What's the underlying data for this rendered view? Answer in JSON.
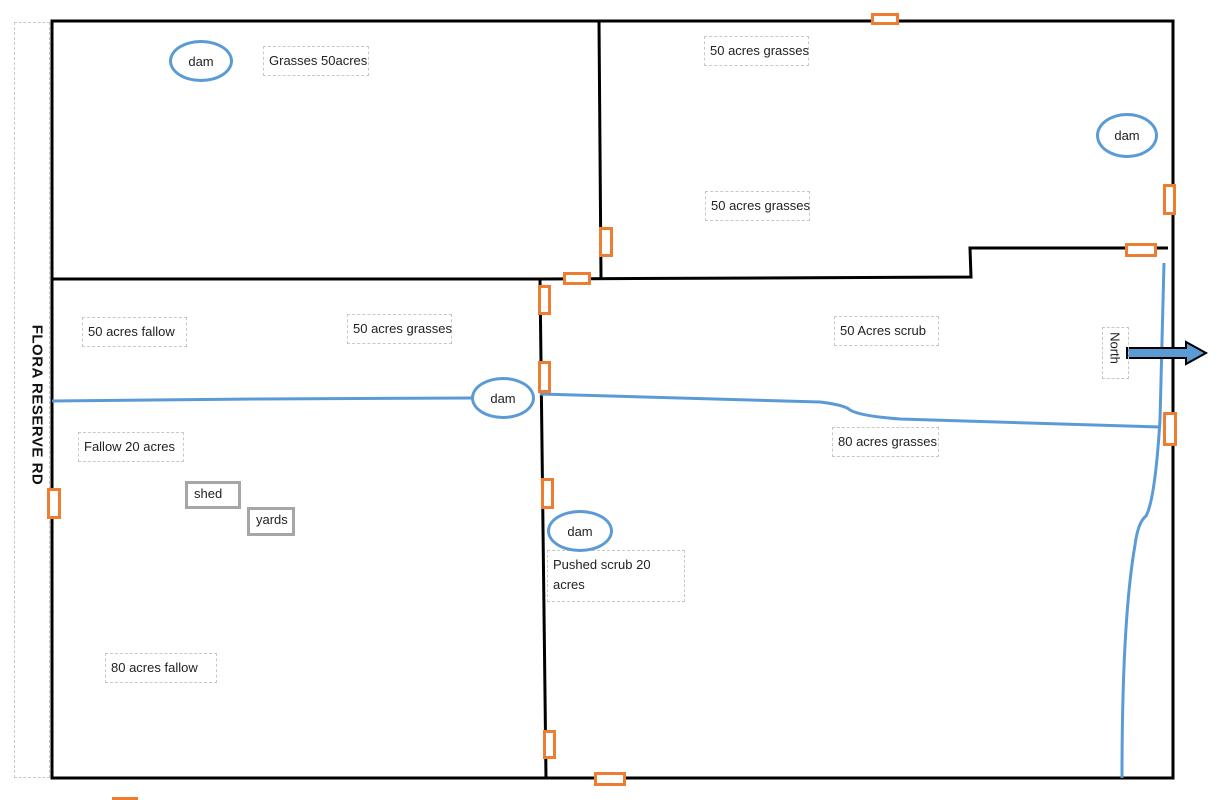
{
  "road": {
    "label": "FLORA RESERVE  RD"
  },
  "north": {
    "label": "North"
  },
  "paddocks": [
    "Grasses 50acres",
    "50 acres grasses",
    "50 acres grasses",
    "50 acres fallow",
    "50 acres grasses",
    "50 Acres scrub",
    "Fallow 20 acres",
    "80 acres grasses",
    "Pushed scrub 20 acres",
    "80 acres fallow"
  ],
  "dams": [
    "dam",
    "dam",
    "dam",
    "dam"
  ],
  "buildings": {
    "shed": "shed",
    "yards": "yards"
  },
  "colors": {
    "fence": "#000000",
    "creek": "#5b9bd5",
    "gate": "#ed7d31",
    "building_outline": "#a6a6a6"
  }
}
